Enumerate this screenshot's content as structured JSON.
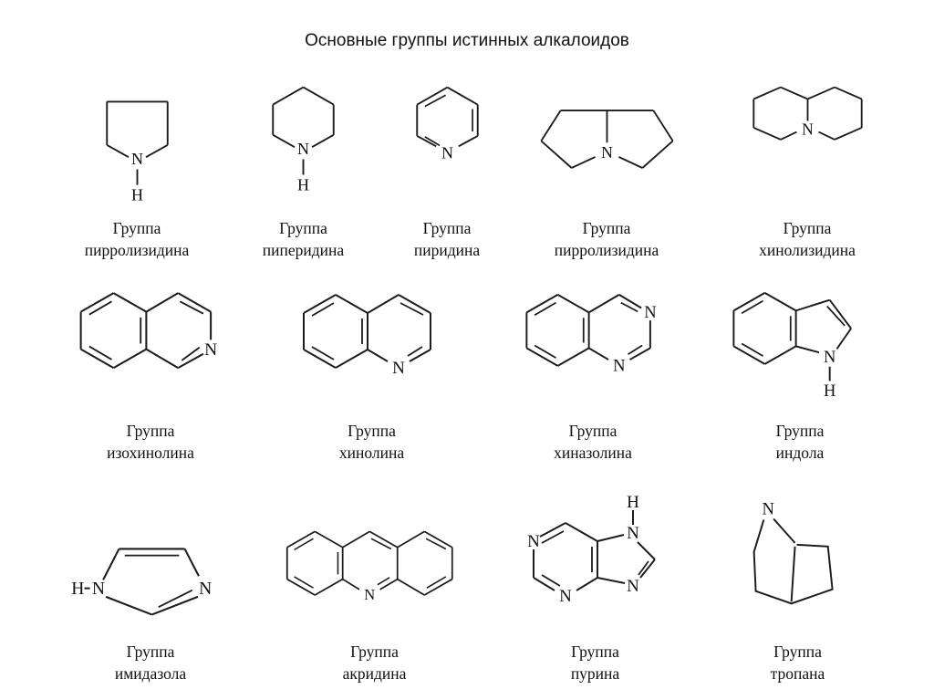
{
  "title": "Основные группы истинных алкалоидов",
  "colors": {
    "background": "#ffffff",
    "line": "#1c1c1c",
    "text": "#111111"
  },
  "groups": [
    {
      "id": "pyrrolidine",
      "label_line1": "Группа",
      "label_line2": "пирролизидина",
      "atoms": [
        "N",
        "H"
      ]
    },
    {
      "id": "piperidine",
      "label_line1": "Группа",
      "label_line2": "пиперидина",
      "atoms": [
        "N",
        "H"
      ]
    },
    {
      "id": "pyridine",
      "label_line1": "Группа",
      "label_line2": "пиридина",
      "atoms": [
        "N"
      ]
    },
    {
      "id": "pyrrolizidine",
      "label_line1": "Группа",
      "label_line2": "пирролизидина",
      "atoms": [
        "N"
      ]
    },
    {
      "id": "quinolizidine",
      "label_line1": "Группа",
      "label_line2": "хинолизидина",
      "atoms": [
        "N"
      ]
    },
    {
      "id": "isoquinoline",
      "label_line1": "Группа",
      "label_line2": "изохинолина",
      "atoms": [
        "N"
      ]
    },
    {
      "id": "quinoline",
      "label_line1": "Группа",
      "label_line2": "хинолина",
      "atoms": [
        "N"
      ]
    },
    {
      "id": "quinazoline",
      "label_line1": "Группа",
      "label_line2": "хиназолина",
      "atoms": [
        "N",
        "N"
      ]
    },
    {
      "id": "indole",
      "label_line1": "Группа",
      "label_line2": "индола",
      "atoms": [
        "N",
        "H"
      ]
    },
    {
      "id": "imidazole",
      "label_line1": "Группа",
      "label_line2": "имидазола",
      "atoms": [
        "H",
        "N",
        "N"
      ]
    },
    {
      "id": "acridine",
      "label_line1": "Группа",
      "label_line2": "акридина",
      "atoms": [
        "N"
      ]
    },
    {
      "id": "purine",
      "label_line1": "Группа",
      "label_line2": "пурина",
      "atoms": [
        "N",
        "N",
        "H",
        "N",
        "N"
      ]
    },
    {
      "id": "tropane",
      "label_line1": "Группа",
      "label_line2": "тропана",
      "atoms": [
        "N"
      ]
    }
  ]
}
